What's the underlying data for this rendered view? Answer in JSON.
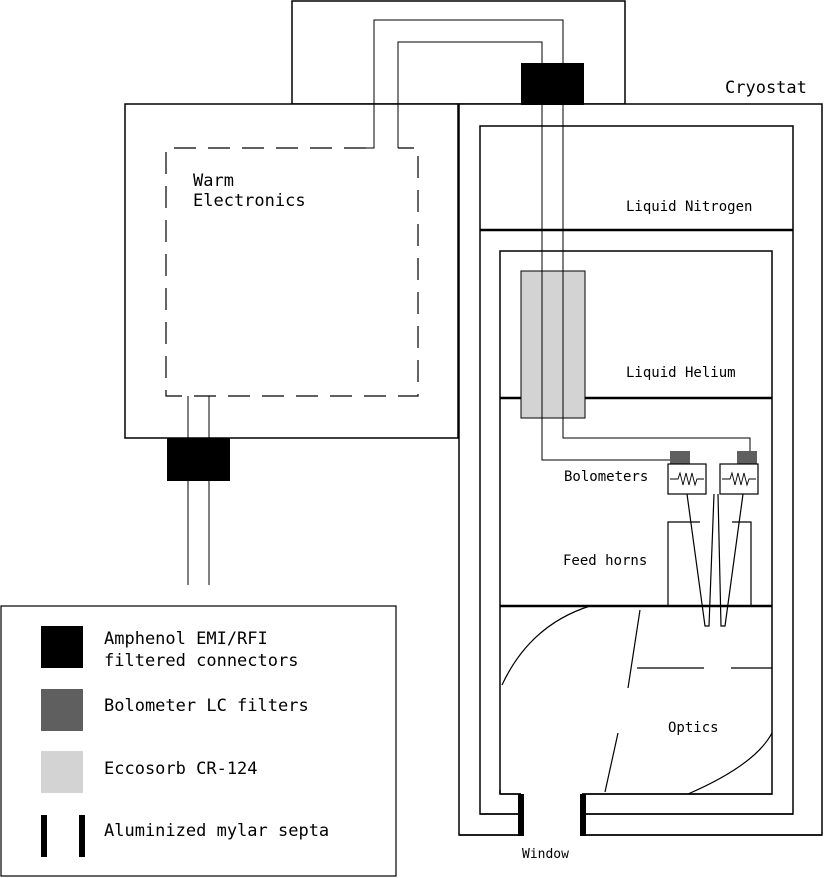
{
  "labels": {
    "cryostat": "Cryostat",
    "warm_electronics_line1": "Warm",
    "warm_electronics_line2": "Electronics",
    "liquid_nitrogen": "Liquid Nitrogen",
    "liquid_helium": "Liquid Helium",
    "bolometers": "Bolometers",
    "feed_horns": "Feed horns",
    "optics": "Optics",
    "window": "Window"
  },
  "legend": {
    "items": [
      {
        "label_line1": "Amphenol EMI/RFI",
        "label_line2": "filtered connectors",
        "swatch": "connector"
      },
      {
        "label_line1": "Bolometer LC filters",
        "swatch": "lc-filter"
      },
      {
        "label_line1": "Eccosorb CR-124",
        "swatch": "eccosorb"
      },
      {
        "label_line1": "Aluminized mylar septa",
        "swatch": "septa"
      }
    ]
  },
  "colors": {
    "connector": "#000000",
    "lc_filter": "#5f5f5f",
    "eccosorb": "#d3d3d3",
    "line": "#000000",
    "background": "#ffffff"
  }
}
